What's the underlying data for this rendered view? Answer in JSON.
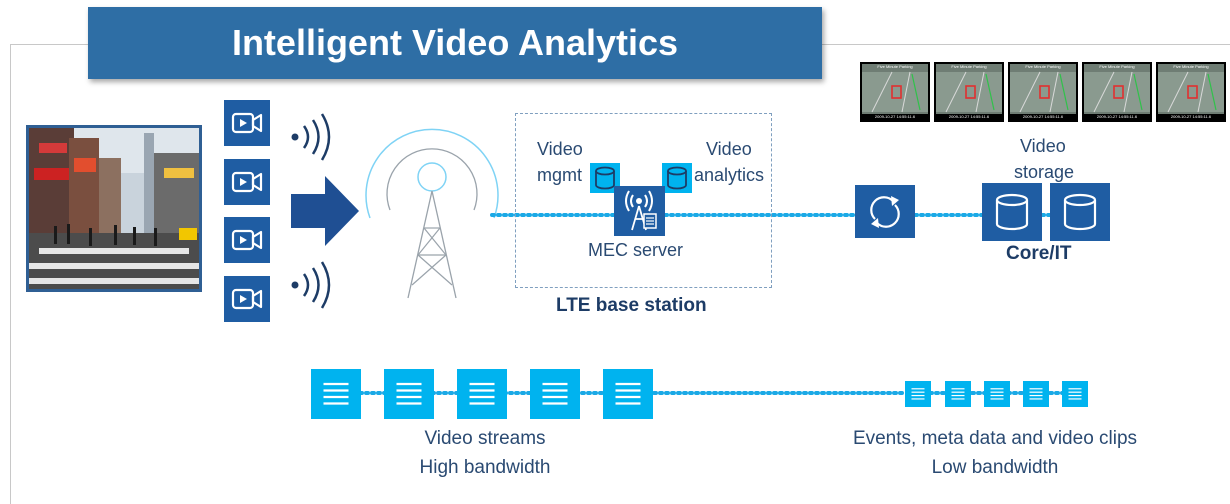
{
  "title": "Intelligent Video Analytics",
  "mec": {
    "video_mgmt_line1": "Video",
    "video_mgmt_line2": "mgmt",
    "video_analytics_line1": "Video",
    "video_analytics_line2": "analytics",
    "server_label": "MEC server",
    "base_station_label": "LTE base station"
  },
  "storage": {
    "label_line1": "Video",
    "label_line2": "storage",
    "thumbnail_caption": "Five Minute Parking",
    "thumbnail_timestamp": "2009-10-27 14:55:11.6"
  },
  "core": {
    "label": "Core/IT"
  },
  "bottom": {
    "left_line1": "Video streams",
    "left_line2": "High bandwidth",
    "right_line1": "Events, meta data and video clips",
    "right_line2": "Low bandwidth"
  },
  "colors": {
    "banner": "#2e6ea5",
    "dark_blue": "#1f5da3",
    "cyan": "#00b3ef",
    "dotted_line": "#1aa9e6",
    "text": "#2a4a72"
  },
  "icons": {
    "camera": "video-camera-icon",
    "wireless": "wireless-signal-icon",
    "tower": "cell-tower-icon",
    "database": "database-icon",
    "router": "router-icon",
    "stream": "data-stream-icon"
  }
}
